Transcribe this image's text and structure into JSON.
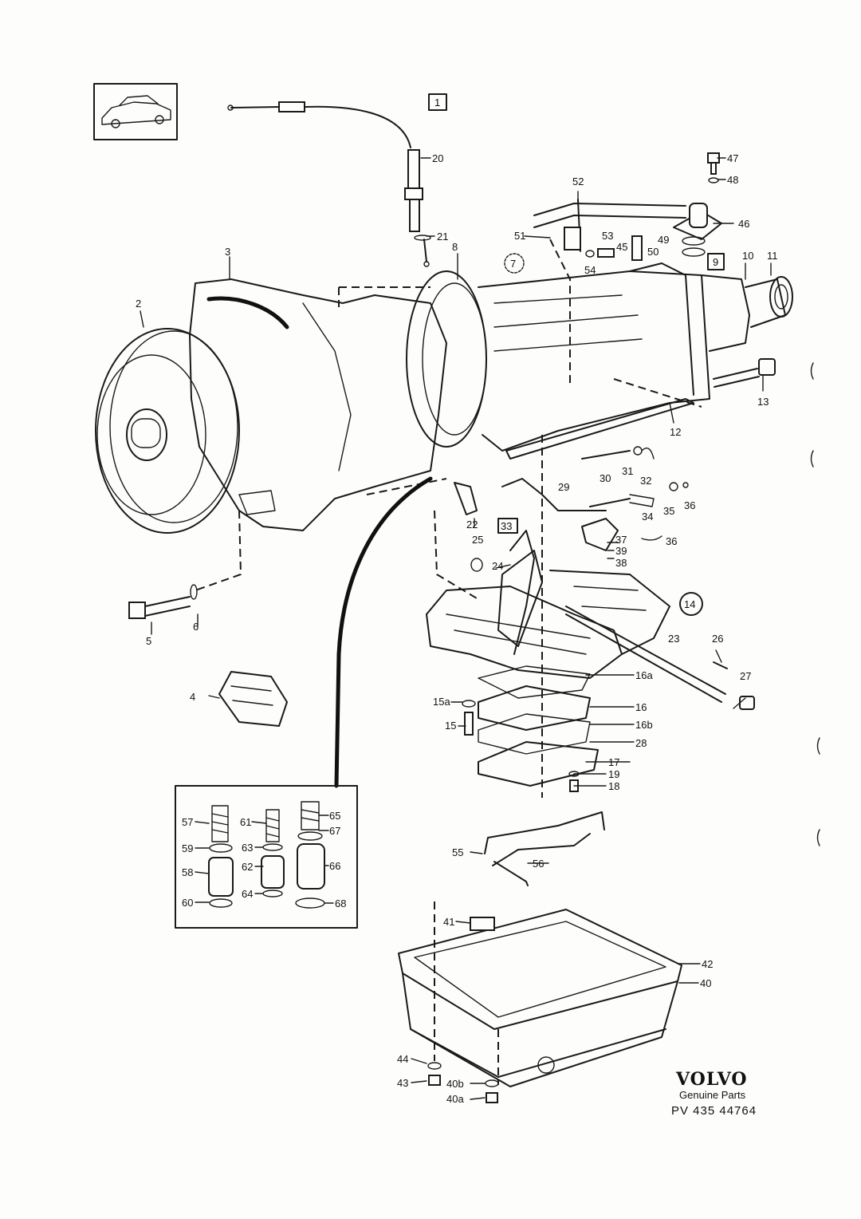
{
  "brand": {
    "name": "VOLVO",
    "subtitle": "Genuine Parts",
    "code": "PV 435 44764"
  },
  "box_labels": {
    "b1": "1",
    "b7": "7",
    "b9": "9",
    "b14": "14",
    "b33": "33"
  },
  "parts": {
    "p2": "2",
    "p3": "3",
    "p4": "4",
    "p5": "5",
    "p6": "6",
    "p8": "8",
    "p10": "10",
    "p11": "11",
    "p12": "12",
    "p13": "13",
    "p15": "15",
    "p15a": "15a",
    "p16": "16",
    "p16a": "16a",
    "p16b": "16b",
    "p17": "17",
    "p18": "18",
    "p19": "19",
    "p20": "20",
    "p21": "21",
    "p22": "22",
    "p23": "23",
    "p24": "24",
    "p25": "25",
    "p26": "26",
    "p27": "27",
    "p28": "28",
    "p29": "29",
    "p30": "30",
    "p31": "31",
    "p32": "32",
    "p34": "34",
    "p35": "35",
    "p36a": "36",
    "p36b": "36",
    "p37": "37",
    "p38": "38",
    "p39": "39",
    "p40": "40",
    "p40a": "40a",
    "p40b": "40b",
    "p41": "41",
    "p42": "42",
    "p43": "43",
    "p44": "44",
    "p45": "45",
    "p46": "46",
    "p47": "47",
    "p48": "48",
    "p49": "49",
    "p50": "50",
    "p51": "51",
    "p52": "52",
    "p53": "53",
    "p54": "54",
    "p55": "55",
    "p56": "56",
    "p57": "57",
    "p58": "58",
    "p59": "59",
    "p60": "60",
    "p61": "61",
    "p62": "62",
    "p63": "63",
    "p64": "64",
    "p65": "65",
    "p66": "66",
    "p67": "67",
    "p68": "68"
  }
}
